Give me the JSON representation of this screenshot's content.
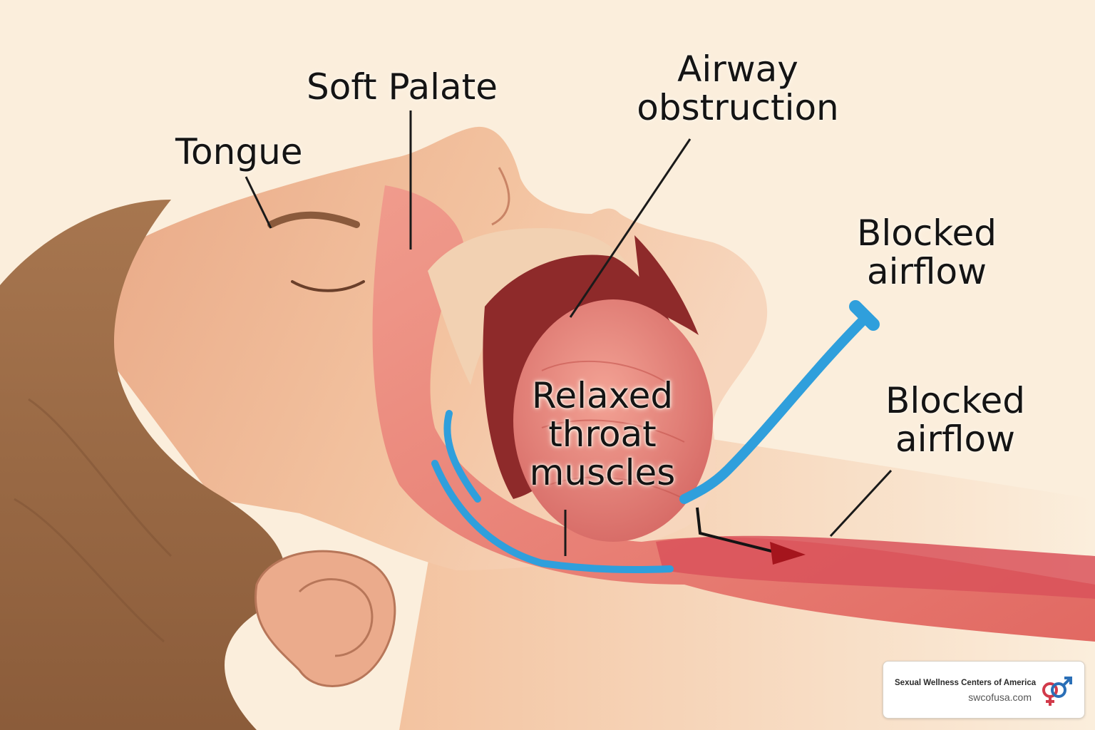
{
  "labels": {
    "tongue": "Tongue",
    "soft_palate": "Soft Palate",
    "airway_obstruction": [
      "Airway",
      "obstruction"
    ],
    "blocked_airflow_upper": [
      "Blocked",
      "airflow"
    ],
    "relaxed_throat_muscles": [
      "Relaxed",
      "throat",
      "muscles"
    ],
    "blocked_airflow_lower": [
      "Blocked",
      "airflow"
    ]
  },
  "logo": {
    "name": "Sexual Wellness Centers of America",
    "url": "swcofusa.com",
    "symbol": "gender-symbols-icon"
  },
  "colors": {
    "background": "#fbeedc",
    "hair": "#9a6a46",
    "skin": "#f0b994",
    "throat_tissue": "#e98278",
    "mouth_cavity": "#8e2a2a",
    "airflow_blue": "#2f9fdc",
    "arrow_red": "#a5151d",
    "female_symbol": "#d13a4a",
    "male_symbol": "#2a6fb7"
  }
}
